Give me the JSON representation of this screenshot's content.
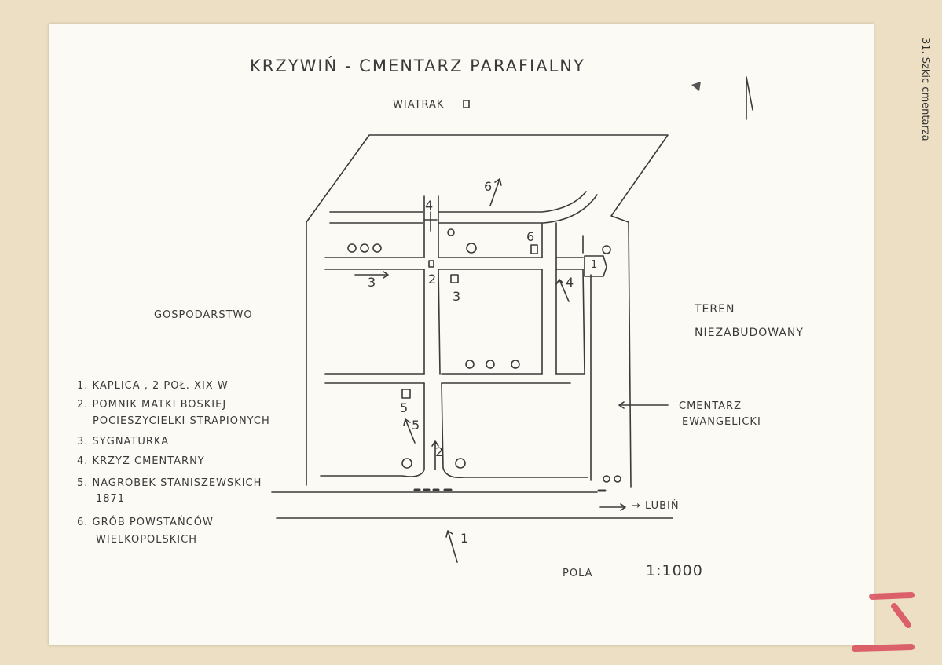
{
  "title": "KRZYWIŃ - CMENTARZ PARAFIALNY",
  "side_caption": "31. Szkic cmentarza",
  "labels": {
    "windmill": "WIATRAK",
    "farm": "GOSPODARSTWO",
    "open_area_1": "TEREN",
    "open_area_2": "NIEZABUDOWANY",
    "evangelical_1": "CMENTARZ",
    "evangelical_2": "EWANGELICKI",
    "road_to": "→ LUBIŃ",
    "fields": "POLA",
    "scale": "1:1000"
  },
  "legend": [
    {
      "num": "1.",
      "text": "KAPLICA , 2 POŁ. XIX W"
    },
    {
      "num": "2.",
      "text": "POMNIK MATKI BOSKIEJ",
      "text2": "POCIESZYCIELKI STRAPIONYCH"
    },
    {
      "num": "3.",
      "text": "SYGNATURKA"
    },
    {
      "num": "4.",
      "text": "KRZYŻ CMENTARNY"
    },
    {
      "num": "5.",
      "text": "NAGROBEK STANISZEWSKICH",
      "text2": "1871"
    },
    {
      "num": "6.",
      "text": "GRÓB POWSTAŃCÓW",
      "text2": "WIELKOPOLSKICH"
    }
  ],
  "markers": {
    "m1": "1",
    "m2": "2",
    "m3": "3",
    "m4": "4",
    "m5": "5",
    "m6": "6",
    "view1": "1",
    "view2": "2",
    "view3": "3",
    "view4": "4",
    "view5": "5",
    "view6": "6"
  },
  "colors": {
    "paper": "#fbfaf5",
    "background": "#ecdfc3",
    "ink": "#3a3a3a",
    "red": "#d94a5a"
  }
}
